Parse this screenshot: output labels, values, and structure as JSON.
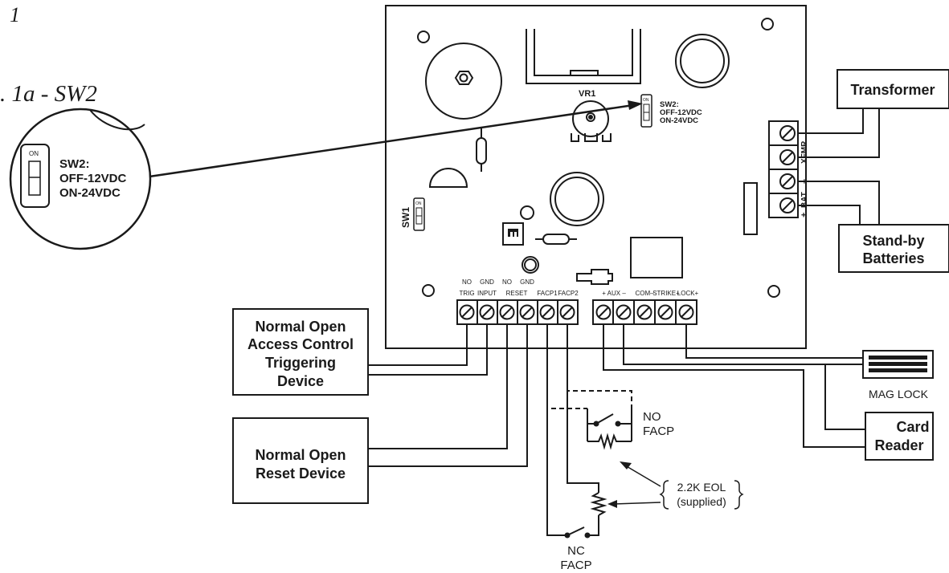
{
  "fig": {
    "num": "1",
    "caption": ". 1a - SW2"
  },
  "zoom": {
    "switch_on": "ON",
    "line1": "SW2:",
    "line2": "OFF-12VDC",
    "line3": "ON-24VDC"
  },
  "board": {
    "vr1": "VR1",
    "sw1": "SW1",
    "sw_on_small": "ON",
    "sw2_line1": "SW2:",
    "sw2_line2": "OFF-12VDC",
    "sw2_line3": "ON-24VDC",
    "xfmr": "XFMR",
    "bat_minus": "–",
    "bat": "BAT",
    "bat_plus": "+",
    "left_terminal_top": [
      "NO",
      "GND",
      "NO",
      "GND"
    ],
    "left_terminal_bottom": [
      "TRIG",
      "INPUT",
      "RESET",
      "FACP1",
      "FACP2"
    ],
    "right_terminal": [
      "+ AUX –",
      "COM–",
      "STRIKE+",
      "LOCK+"
    ]
  },
  "boxes": {
    "transformer": "Transformer",
    "standby_line1": "Stand-by",
    "standby_line2": "Batteries",
    "access_line1": "Normal Open",
    "access_line2": "Access Control",
    "access_line3": "Triggering",
    "access_line4": "Device",
    "reset_line1": "Normal Open",
    "reset_line2": "Reset Device",
    "card_line1": "Card",
    "card_line2": "Reader"
  },
  "labels": {
    "mag_lock": "MAG LOCK",
    "no": "NO",
    "no_facp": "FACP",
    "nc": "NC",
    "nc_facp": "FACP",
    "eol_line1": "2.2K EOL",
    "eol_line2": "(supplied)"
  }
}
